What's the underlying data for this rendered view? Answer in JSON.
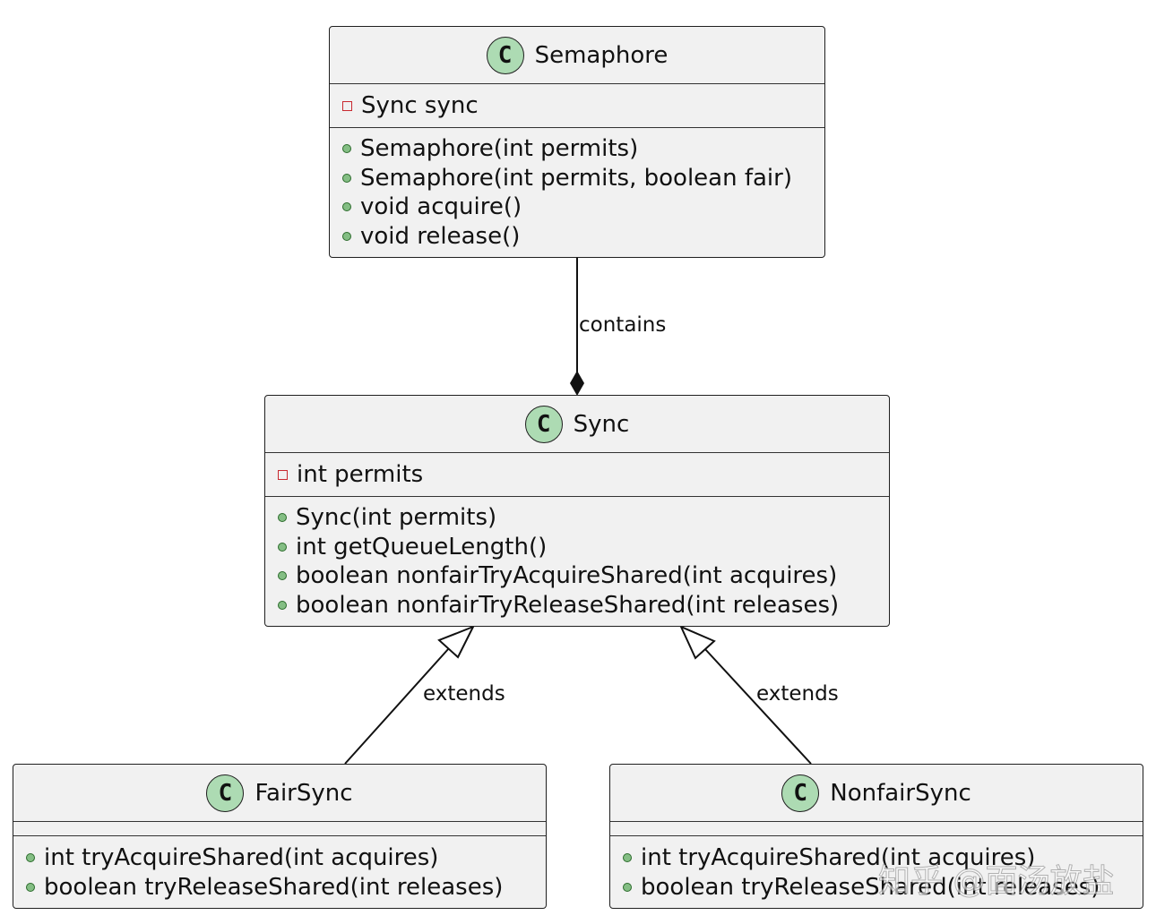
{
  "classes": {
    "semaphore": {
      "badge": "C",
      "name": "Semaphore",
      "fields": [
        "Sync sync"
      ],
      "methods": [
        "Semaphore(int permits)",
        "Semaphore(int permits, boolean fair)",
        "void acquire()",
        "void release()"
      ]
    },
    "sync": {
      "badge": "C",
      "name": "Sync",
      "fields": [
        "int permits"
      ],
      "methods": [
        "Sync(int permits)",
        "int getQueueLength()",
        "boolean nonfairTryAcquireShared(int acquires)",
        "boolean nonfairTryReleaseShared(int releases)"
      ]
    },
    "fairsync": {
      "badge": "C",
      "name": "FairSync",
      "methods": [
        "int tryAcquireShared(int acquires)",
        "boolean tryReleaseShared(int releases)"
      ]
    },
    "nonfairsync": {
      "badge": "C",
      "name": "NonfairSync",
      "methods": [
        "int tryAcquireShared(int acquires)",
        "boolean tryReleaseShared(int releases)"
      ]
    }
  },
  "relations": {
    "contains": "contains",
    "extends_fair": "extends",
    "extends_nonfair": "extends"
  },
  "watermark": "知乎 @面汤放盐",
  "colors": {
    "box_fill": "#f1f1f1",
    "badge_fill": "#addbb3",
    "public_dot": "#84be84",
    "private_square": "#c82930"
  }
}
